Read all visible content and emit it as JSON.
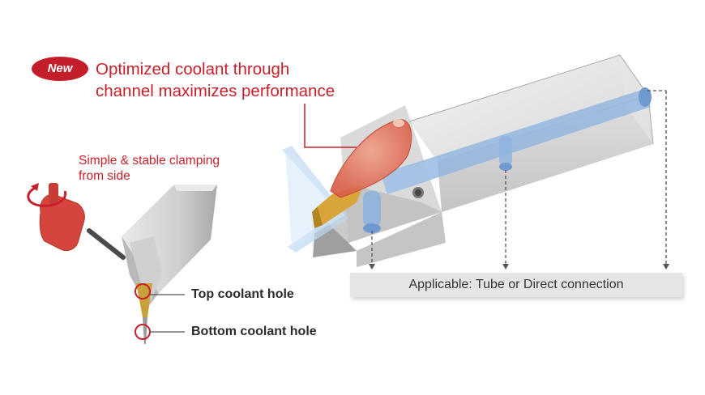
{
  "headline": {
    "badge": "New",
    "line1": "Optimized coolant through",
    "line2": "channel maximizes performance"
  },
  "clamping": {
    "line1": "Simple & stable clamping",
    "line2": "from side"
  },
  "holes": {
    "top": "Top coolant hole",
    "bottom": "Bottom coolant hole"
  },
  "connection": {
    "label": "Applicable: Tube or Direct connection"
  },
  "colors": {
    "accent_red": "#c8202a",
    "coolant_blue": "#8fb4de",
    "clamp_red": "#d6453d"
  }
}
